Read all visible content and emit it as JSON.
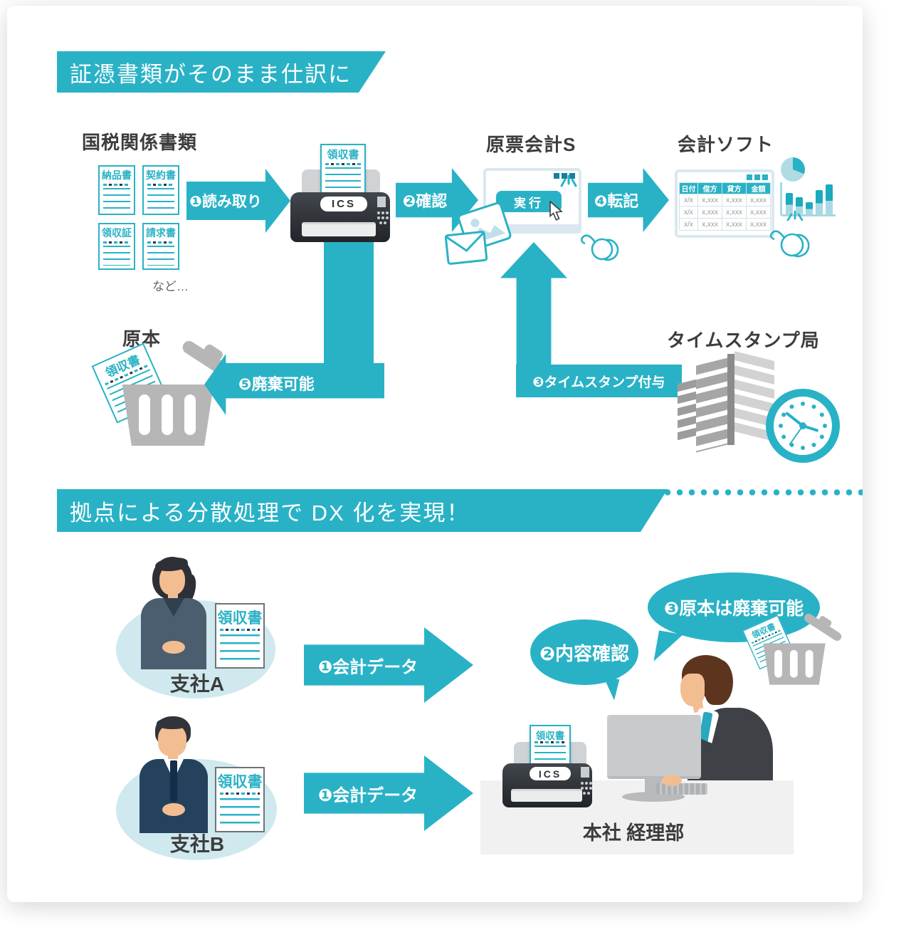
{
  "colors": {
    "accent_teal": "#29b2c6",
    "dark_teal": "#177f9b",
    "window_frame": "#d9e8ee",
    "ellipse_bg": "#cfe9ee",
    "icon_gray": "#b6b6b6",
    "text_dark": "#3d3d3d"
  },
  "section1": {
    "banner": "証憑書類がそのまま仕訳に",
    "tax_docs": {
      "title": "国税関係書類",
      "items": [
        "納品書",
        "契約書",
        "領収証",
        "請求書"
      ],
      "etc": "など…"
    },
    "arrows": {
      "read": "❶読み取り",
      "confirm": "❷確認",
      "timestamp": "❸タイムスタンプ付与",
      "post": "❹転記",
      "discard": "❺廃棄可能"
    },
    "scanner": {
      "brand": "ICS",
      "doc_title": "領収書"
    },
    "app": {
      "title": "原票会計S",
      "exec_button": "実行"
    },
    "software": {
      "title": "会計ソフト",
      "table": {
        "headers": [
          "日付",
          "借方",
          "貸方",
          "金額"
        ],
        "rows": [
          [
            "x/x",
            "x,xxx",
            "x,xxx",
            "x,xxx"
          ],
          [
            "x/x",
            "x,xxx",
            "x,xxx",
            "x,xxx"
          ],
          [
            "x/x",
            "x,xxx",
            "x,xxx",
            "x,xxx"
          ]
        ]
      }
    },
    "original": {
      "title": "原本",
      "doc_title": "領収書"
    },
    "timestamp_authority": {
      "title": "タイムスタンプ局"
    }
  },
  "section2": {
    "banner": "拠点による分散処理で DX 化を実現！",
    "branch_a": {
      "label": "支社A",
      "doc_title": "領収書"
    },
    "branch_b": {
      "label": "支社B",
      "doc_title": "領収書"
    },
    "arrow_a": "❶会計データ",
    "arrow_b": "❶会計データ",
    "bubble_check": "❷内容確認",
    "bubble_discard": "❸原本は廃棄可能",
    "trash_doc_title": "領収書",
    "hq": {
      "label": "本社 経理部",
      "scanner_brand": "ICS",
      "scanner_doc_title": "領収書"
    }
  }
}
